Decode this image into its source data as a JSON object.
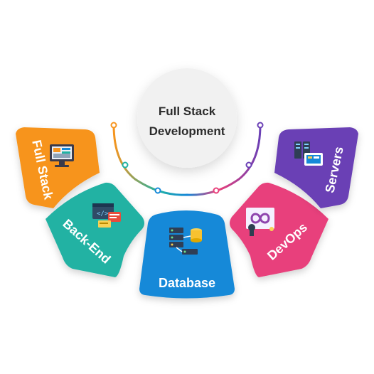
{
  "center": {
    "line1": "Full Stack",
    "line2": "Development"
  },
  "segments": [
    {
      "label": "Full Stack",
      "color": "#f7941d",
      "icon": "monitor-dashboard-icon"
    },
    {
      "label": "Back-End",
      "color": "#20b2a3",
      "icon": "code-window-icon"
    },
    {
      "label": "Database",
      "color": "#1689d8",
      "icon": "database-server-icon"
    },
    {
      "label": "DevOps",
      "color": "#e8407b",
      "icon": "infinity-loop-icon"
    },
    {
      "label": "Servers",
      "color": "#6a3fb5",
      "icon": "server-rack-icon"
    }
  ],
  "arc_colors": [
    "#f7941d",
    "#20b2a3",
    "#1689d8",
    "#e8407b",
    "#6a3fb5"
  ]
}
